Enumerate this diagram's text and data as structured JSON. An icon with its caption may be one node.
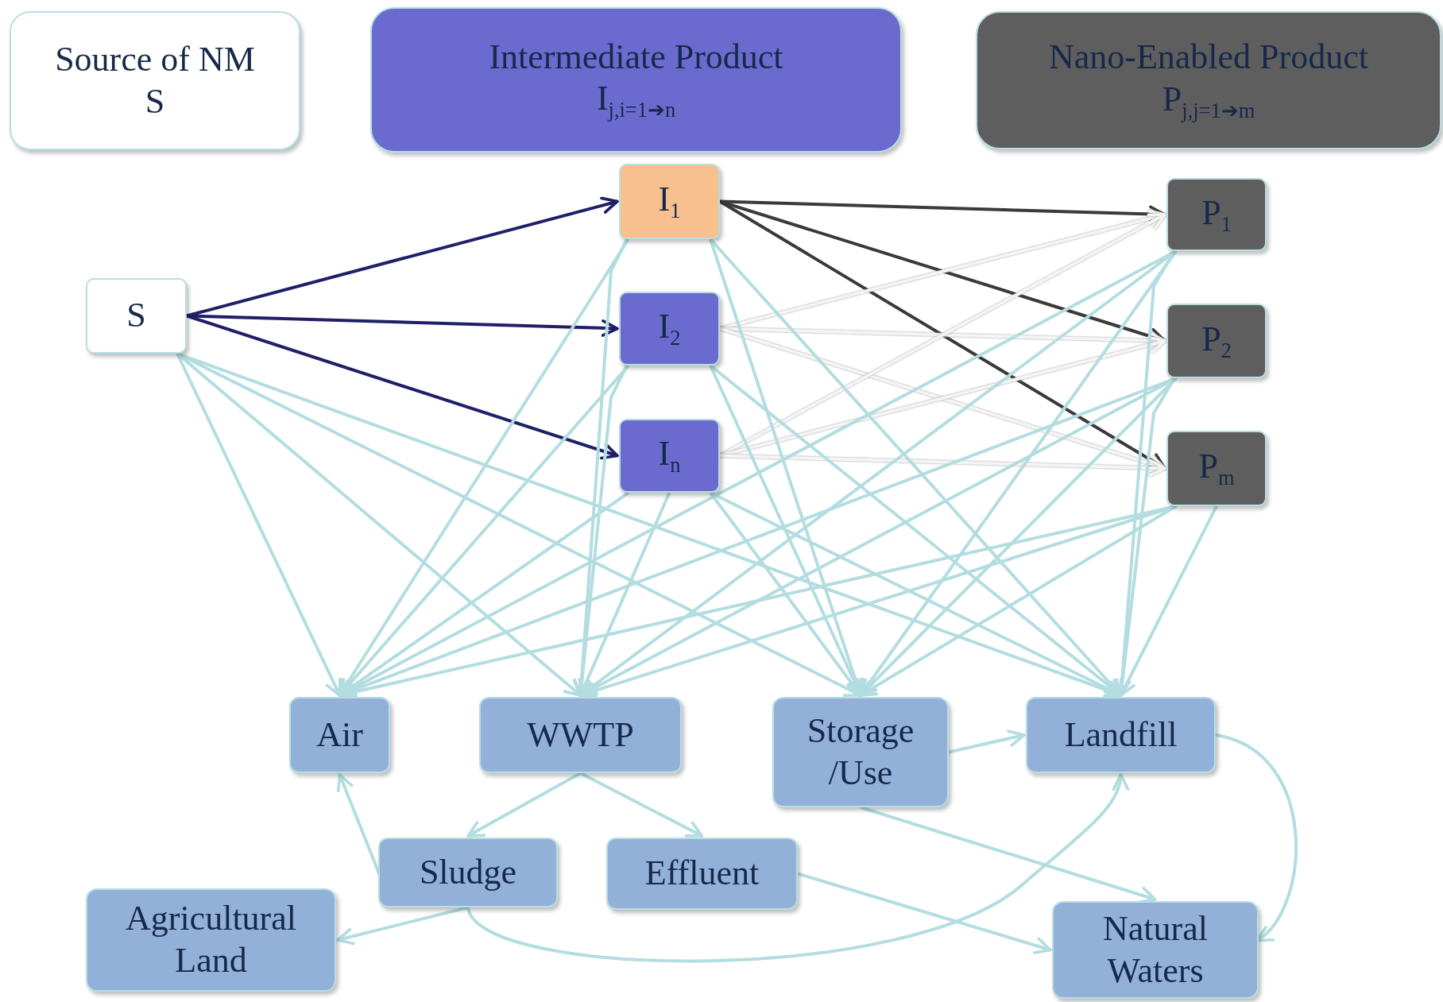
{
  "diagram": {
    "nodes": [
      {
        "text": [
          "Source of NM",
          "S"
        ]
      },
      {
        "text": [
          "Intermediate Product",
          "I$_{j,i=1➔n}$"
        ]
      },
      {
        "text": [
          "Nano-Enabled Product",
          "P$_{j,j=1➔m}$"
        ]
      },
      {
        "text": [
          "S"
        ]
      },
      {
        "text": [
          "I$_{1}$"
        ]
      },
      {
        "text": [
          "I$_{2}$"
        ]
      },
      {
        "text": [
          "I$_{n}$"
        ]
      },
      {
        "text": [
          "P$_{1}$"
        ]
      },
      {
        "text": [
          "P$_{2}$"
        ]
      },
      {
        "text": [
          "P$_{m}$"
        ]
      },
      {
        "text": [
          "Air"
        ]
      },
      {
        "text": [
          "WWTP"
        ]
      },
      {
        "text": [
          "Storage /Use"
        ]
      },
      {
        "text": [
          "Landfill"
        ]
      },
      {
        "text": [
          "Sludge"
        ]
      },
      {
        "text": [
          "Effluent"
        ]
      },
      {
        "text": [
          "Agricultural Land"
        ]
      },
      {
        "text": [
          "Natural Waters"
        ]
      }
    ],
    "edges": [
      {
        "from": 3,
        "to": 4,
        "arrow": "to",
        "color": "#1f1f66"
      },
      {
        "from": 3,
        "to": 5,
        "arrow": "to",
        "color": "#1f1f66"
      },
      {
        "from": 3,
        "to": 6,
        "arrow": "to",
        "color": "#1f1f66"
      },
      {
        "from": 4,
        "to": 7,
        "arrow": "to",
        "color": "#3a3a3a"
      },
      {
        "from": 4,
        "to": 8,
        "arrow": "to",
        "color": "#3a3a3a"
      },
      {
        "from": 4,
        "to": 9,
        "arrow": "to",
        "color": "#3a3a3a"
      },
      {
        "from": 5,
        "to": 7,
        "arrow": "to",
        "color": "#f4f4f4"
      },
      {
        "from": 5,
        "to": 8,
        "arrow": "to",
        "color": "#f4f4f4"
      },
      {
        "from": 5,
        "to": 9,
        "arrow": "to",
        "color": "#f4f4f4"
      },
      {
        "from": 6,
        "to": 7,
        "arrow": "to",
        "color": "#f4f4f4"
      },
      {
        "from": 6,
        "to": 8,
        "arrow": "to",
        "color": "#f4f4f4"
      },
      {
        "from": 6,
        "to": 9,
        "arrow": "to",
        "color": "#f4f4f4"
      },
      {
        "from": 3,
        "to": 10,
        "arrow": "to"
      },
      {
        "from": 3,
        "to": 11,
        "arrow": "to"
      },
      {
        "from": 3,
        "to": 12,
        "arrow": "to"
      },
      {
        "from": 3,
        "to": 13,
        "arrow": "to"
      },
      {
        "from": 4,
        "to": 10,
        "arrow": "to"
      },
      {
        "from": 4,
        "to": 11,
        "arrow": "to"
      },
      {
        "from": 4,
        "to": 12,
        "arrow": "to"
      },
      {
        "from": 4,
        "to": 13,
        "arrow": "to"
      },
      {
        "from": 5,
        "to": 10,
        "arrow": "to"
      },
      {
        "from": 5,
        "to": 11,
        "arrow": "to"
      },
      {
        "from": 5,
        "to": 12,
        "arrow": "to"
      },
      {
        "from": 5,
        "to": 13,
        "arrow": "to"
      },
      {
        "from": 6,
        "to": 10,
        "arrow": "to"
      },
      {
        "from": 6,
        "to": 11,
        "arrow": "to"
      },
      {
        "from": 6,
        "to": 12,
        "arrow": "to"
      },
      {
        "from": 6,
        "to": 13,
        "arrow": "to"
      },
      {
        "from": 7,
        "to": 10,
        "arrow": "to"
      },
      {
        "from": 7,
        "to": 11,
        "arrow": "to"
      },
      {
        "from": 7,
        "to": 12,
        "arrow": "to"
      },
      {
        "from": 7,
        "to": 13,
        "arrow": "to"
      },
      {
        "from": 8,
        "to": 10,
        "arrow": "to"
      },
      {
        "from": 8,
        "to": 11,
        "arrow": "to"
      },
      {
        "from": 8,
        "to": 12,
        "arrow": "to"
      },
      {
        "from": 8,
        "to": 13,
        "arrow": "to"
      },
      {
        "from": 9,
        "to": 10,
        "arrow": "to"
      },
      {
        "from": 9,
        "to": 11,
        "arrow": "to"
      },
      {
        "from": 9,
        "to": 12,
        "arrow": "to"
      },
      {
        "from": 9,
        "to": 13,
        "arrow": "to"
      },
      {
        "from": 12,
        "to": 13,
        "arrow": "to"
      },
      {
        "from": 11,
        "to": 14,
        "arrow": "to"
      },
      {
        "from": 11,
        "to": 15,
        "arrow": "to"
      },
      {
        "from": 14,
        "to": 10,
        "arrow": "to"
      },
      {
        "from": 14,
        "to": 16,
        "arrow": "to"
      },
      {
        "from": 14,
        "to": 13,
        "arrow": "to"
      },
      {
        "from": 15,
        "to": 17,
        "arrow": "to"
      },
      {
        "from": 12,
        "to": 17,
        "arrow": "to"
      },
      {
        "from": 13,
        "to": 17,
        "arrow": "to"
      }
    ]
  }
}
